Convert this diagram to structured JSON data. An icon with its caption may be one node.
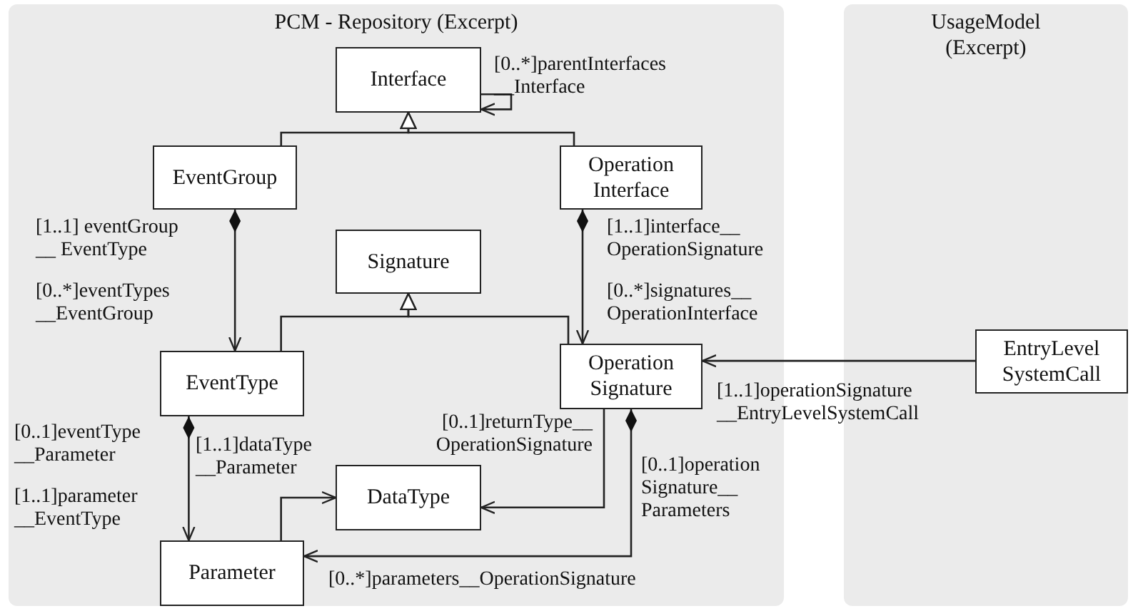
{
  "diagram": {
    "nodes": [
      {
        "text": [
          "PCM - Repository (Excerpt)"
        ]
      },
      {
        "text": [
          "UsageModel (Excerpt)"
        ]
      },
      {
        "text": [
          "Interface"
        ],
        "in": 0
      },
      {
        "text": [
          "EventGroup"
        ],
        "in": 0
      },
      {
        "text": [
          "Operation Interface"
        ],
        "in": 0
      },
      {
        "text": [
          "Signature"
        ],
        "in": 0
      },
      {
        "text": [
          "EventType"
        ],
        "in": 0
      },
      {
        "text": [
          "Operation Signature"
        ],
        "in": 0
      },
      {
        "text": [
          "DataType"
        ],
        "in": 0
      },
      {
        "text": [
          "Parameter"
        ],
        "in": 0
      },
      {
        "text": [
          "EntryLevel SystemCall"
        ],
        "in": 1
      }
    ],
    "edges": [
      {
        "from": 2,
        "to": 2,
        "arrow": "to",
        "label": "[0..*]parentInterfaces __Interface"
      },
      {
        "from": 3,
        "to": 2,
        "arrow": "to"
      },
      {
        "from": 4,
        "to": 2,
        "arrow": "to"
      },
      {
        "from": 3,
        "to": 6,
        "arrow": "to",
        "label": "[1..1] eventGroup __ EventType"
      },
      {
        "from": 4,
        "to": 7,
        "arrow": "to",
        "label": "[1..1]interface__ OperationSignature"
      },
      {
        "from": 6,
        "to": 5,
        "arrow": "to"
      },
      {
        "from": 7,
        "to": 5,
        "arrow": "to"
      },
      {
        "from": 10,
        "to": 7,
        "arrow": "to",
        "label": "[1..1]operationSignature __EntryLevelSystemCall"
      },
      {
        "from": 6,
        "to": 9,
        "arrow": "to",
        "label": "[0..1]eventType __Parameter"
      },
      {
        "from": 9,
        "to": 8,
        "arrow": "to",
        "label": "[1..1]dataType __Parameter"
      },
      {
        "from": 7,
        "to": 8,
        "arrow": "to",
        "label": "[0..1]returnType__ OperationSignature"
      },
      {
        "from": 7,
        "to": 9,
        "arrow": "to",
        "label": "[0..1]operation Signature__ Parameters"
      }
    ],
    "labels": [
      "[0..*]eventTypes __EventGroup",
      "[0..*]signatures__ OperationInterface",
      "[1..1]parameter __EventType",
      "[0..*]parameters__OperationSignature"
    ]
  }
}
